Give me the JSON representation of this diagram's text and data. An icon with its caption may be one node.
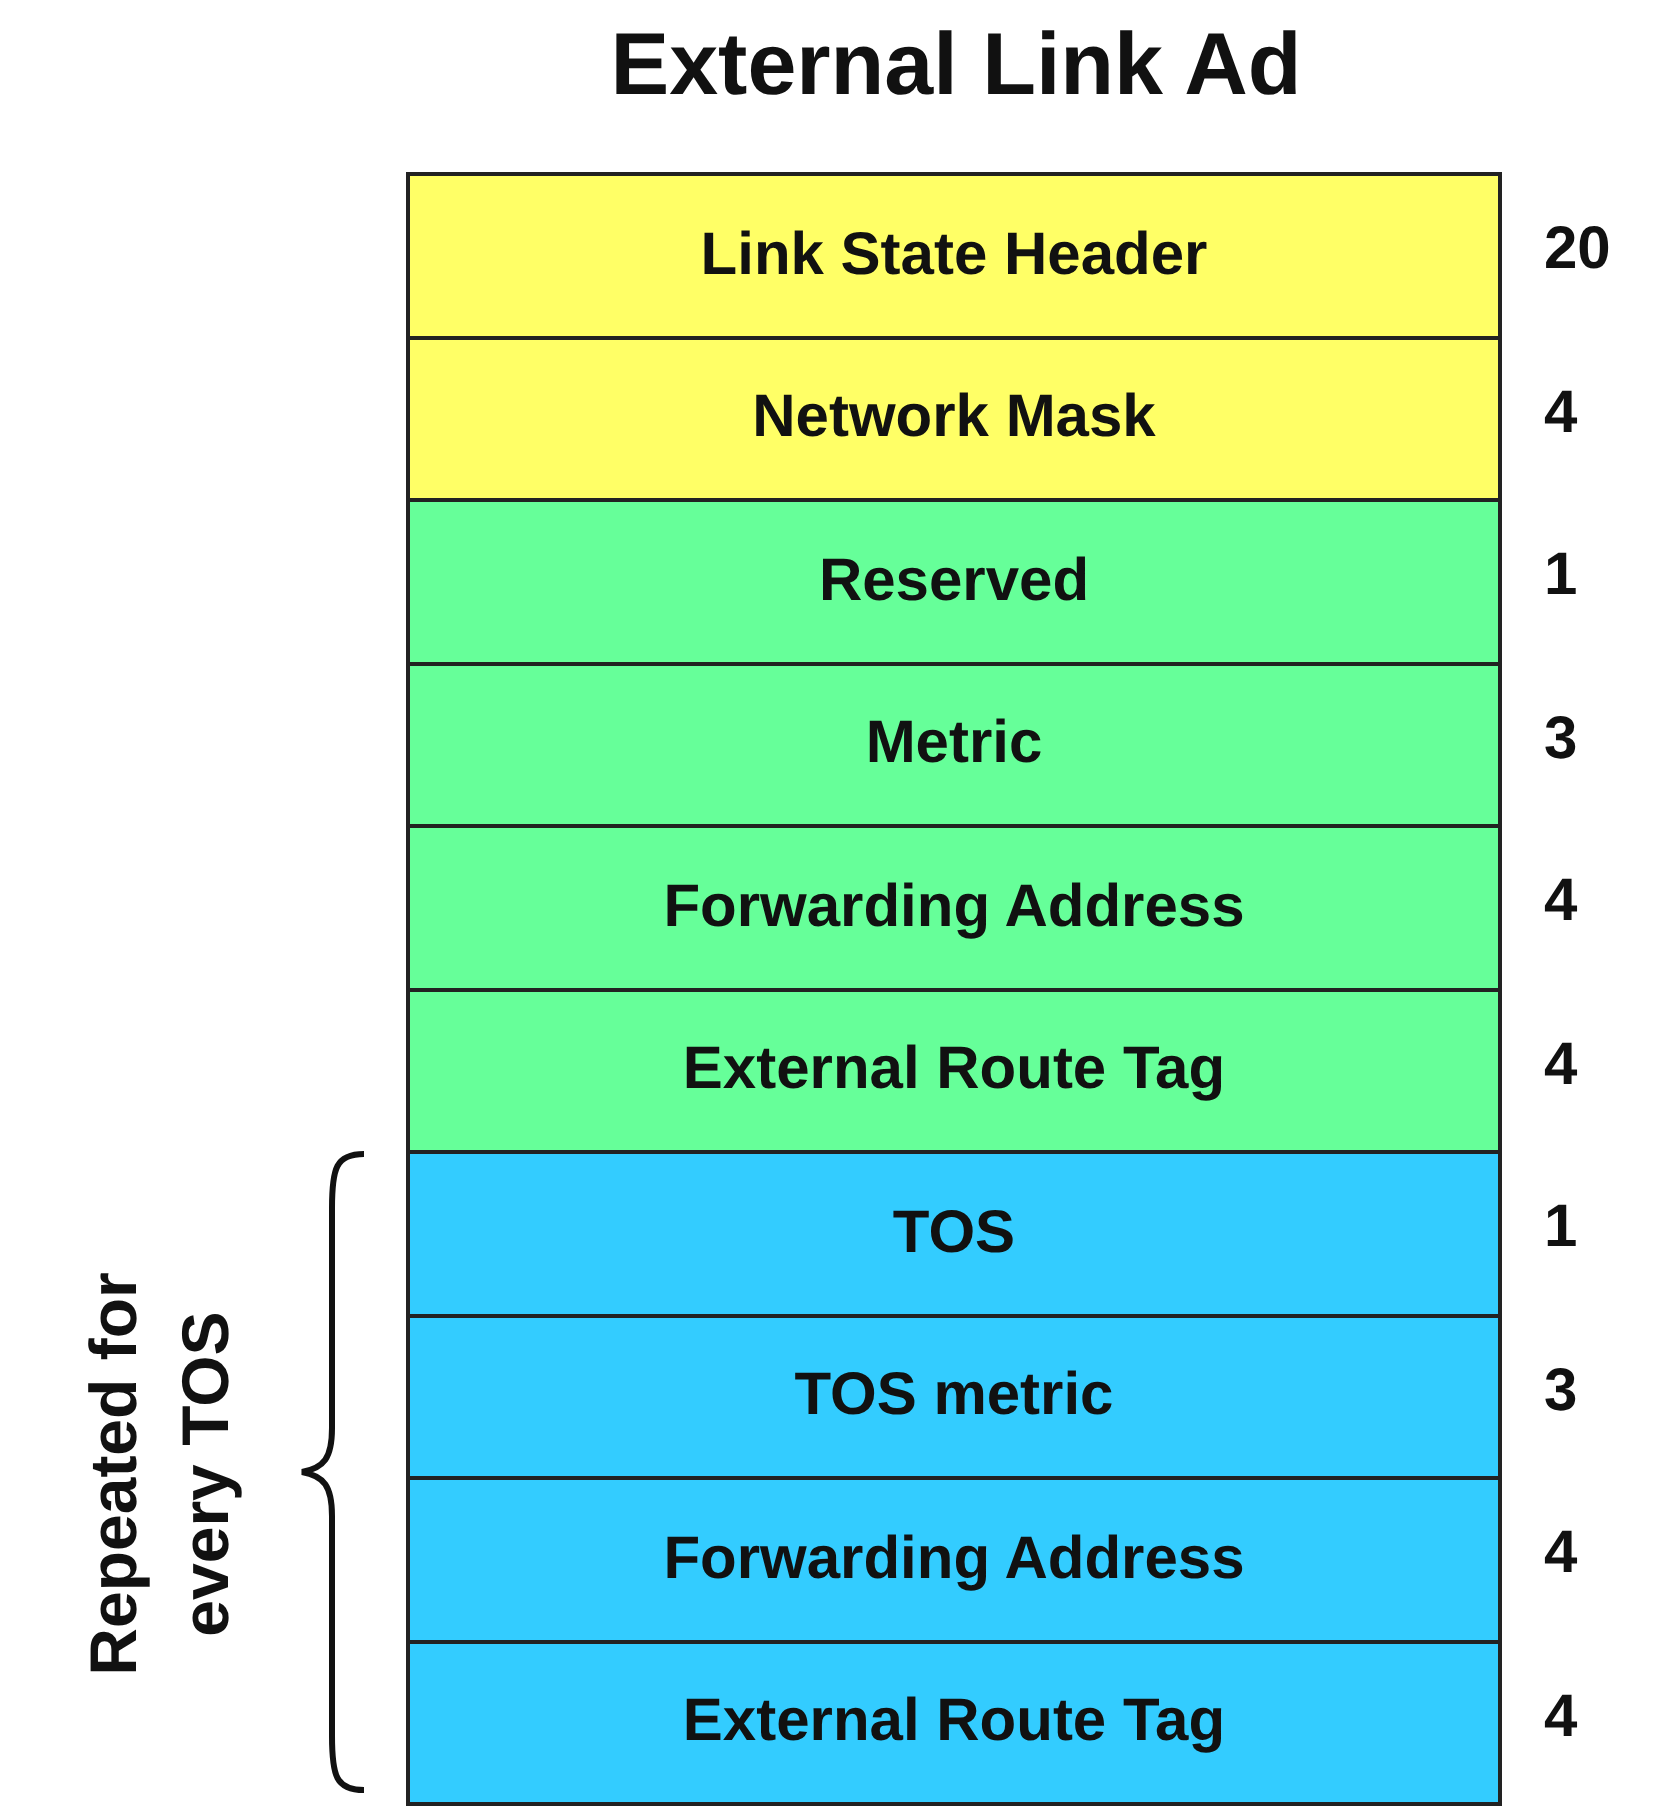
{
  "diagram": {
    "title": "External Link Ad",
    "nodes": [
      {
        "text": [
          "Link State Header"
        ],
        "beside": [
          "20"
        ]
      },
      {
        "text": [
          "Network Mask"
        ],
        "beside": [
          "4"
        ]
      },
      {
        "text": [
          "Reserved"
        ],
        "beside": [
          "1"
        ]
      },
      {
        "text": [
          "Metric"
        ],
        "beside": [
          "3"
        ]
      },
      {
        "text": [
          "Forwarding Address"
        ],
        "beside": [
          "4"
        ]
      },
      {
        "text": [
          "External Route Tag"
        ],
        "beside": [
          "4"
        ]
      },
      {
        "text": [
          "TOS"
        ],
        "beside": [
          "1"
        ]
      },
      {
        "text": [
          "TOS metric"
        ],
        "beside": [
          "3"
        ]
      },
      {
        "text": [
          "Forwarding Address"
        ],
        "beside": [
          "4"
        ]
      },
      {
        "text": [
          "External Route Tag"
        ],
        "beside": [
          "4"
        ]
      }
    ],
    "edges": [],
    "labels": [
      "Repeated for every TOS"
    ]
  }
}
